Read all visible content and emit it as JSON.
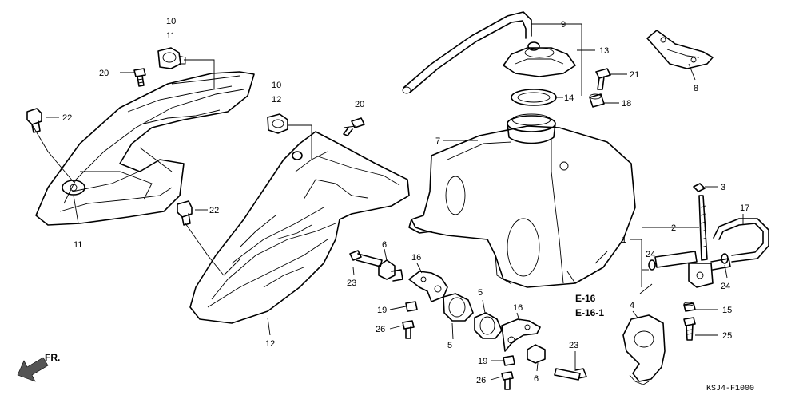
{
  "callouts": {
    "n10a": "10",
    "n11a": "11",
    "n20a": "20",
    "n22a": "22",
    "n11b": "11",
    "n10b": "10",
    "n12a": "12",
    "n20b": "20",
    "n22b": "22",
    "n12b": "12",
    "n9": "9",
    "n13": "13",
    "n14": "14",
    "n7": "7",
    "n21": "21",
    "n18": "18",
    "n8": "8",
    "n3": "3",
    "n17": "17",
    "n2": "2",
    "n1": "1",
    "n24a": "24",
    "n24b": "24",
    "n6a": "6",
    "n16a": "16",
    "n23a": "23",
    "n19a": "19",
    "n26a": "26",
    "n5a": "5",
    "n5b": "5",
    "n16b": "16",
    "n19b": "19",
    "n26b": "26",
    "n6b": "6",
    "n23b": "23",
    "n4": "4",
    "n15": "15",
    "n25": "25"
  },
  "refs": {
    "e16": "E-16",
    "e161": "E-16-1"
  },
  "direction": {
    "fr": "FR."
  },
  "diagram_code": "KSJ4-F1000"
}
